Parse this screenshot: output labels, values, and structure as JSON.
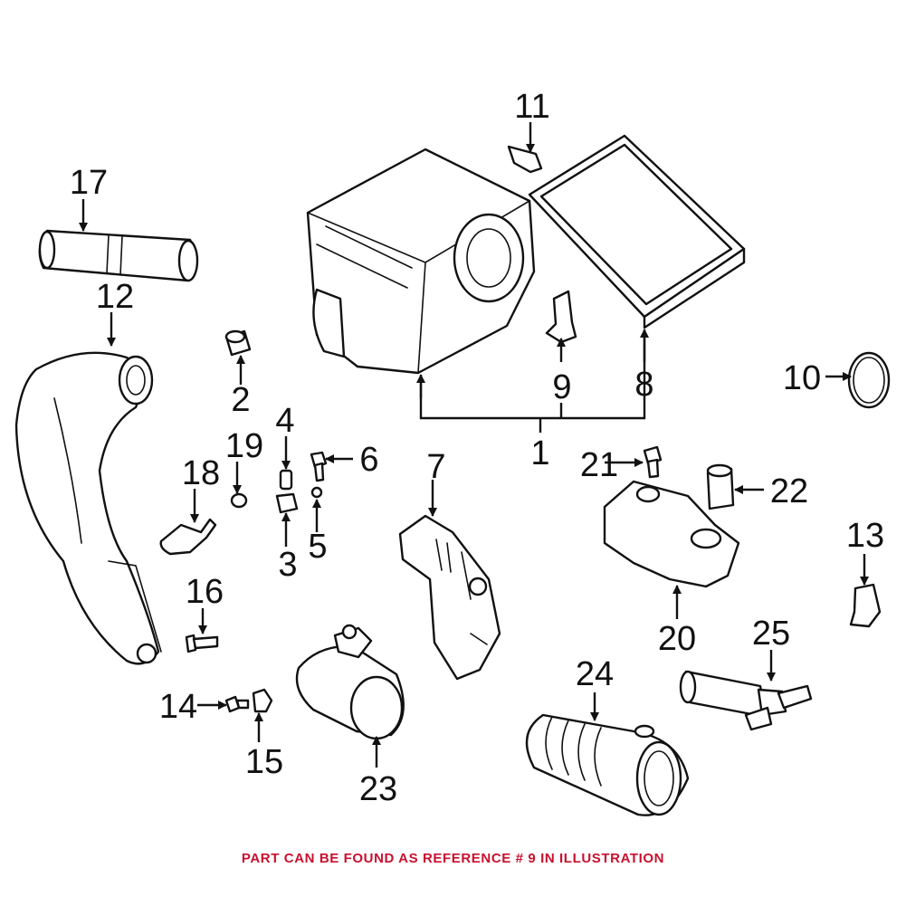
{
  "footer": {
    "note": "PART CAN BE FOUND AS REFERENCE # 9 IN ILLUSTRATION",
    "color": "#c8102e"
  },
  "callouts": {
    "c1": "1",
    "c2": "2",
    "c3": "3",
    "c4": "4",
    "c5": "5",
    "c6": "6",
    "c7": "7",
    "c8": "8",
    "c9": "9",
    "c10": "10",
    "c11": "11",
    "c12": "12",
    "c13": "13",
    "c14": "14",
    "c15": "15",
    "c16": "16",
    "c17": "17",
    "c18": "18",
    "c19": "19",
    "c20": "20",
    "c21": "21",
    "c22": "22",
    "c23": "23",
    "c24": "24",
    "c25": "25"
  }
}
